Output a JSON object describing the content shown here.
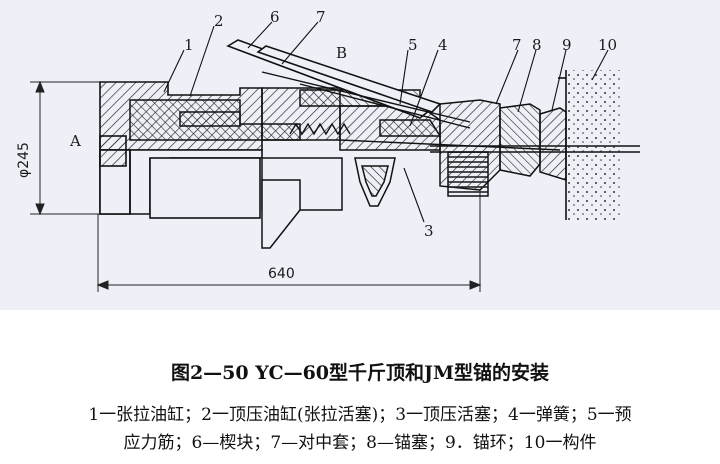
{
  "figure": {
    "part_numbers": [
      "1",
      "2",
      "3",
      "4",
      "5",
      "6",
      "7",
      "7",
      "8",
      "9",
      "10"
    ],
    "letters": {
      "a": "A",
      "b": "B"
    },
    "dimensions": {
      "diameter": "φ245",
      "length": "640"
    }
  },
  "caption": {
    "title": "图2—50 YC—60型千斤顶和JM型锚的安装",
    "legend_line_1": "1一张拉油缸；2一顶压油缸(张拉活塞)；3一顶压活塞；4一弹簧；5一预",
    "legend_line_2": "应力筋；6—楔块；7—对中套；8—锚塞；9．锚环；10一构件"
  }
}
